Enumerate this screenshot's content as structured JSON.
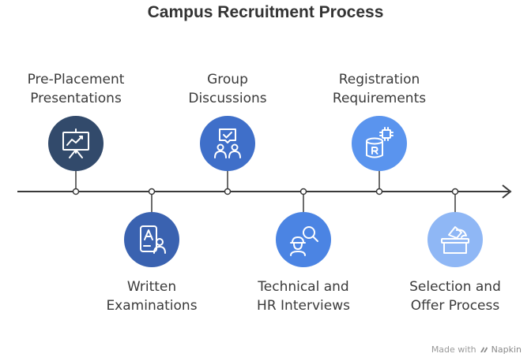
{
  "title": "Campus Recruitment Process",
  "steps": [
    {
      "label_lines": [
        "Pre-Placement",
        "Presentations"
      ],
      "icon": "presentation-board-icon",
      "color": "#324a6b"
    },
    {
      "label_lines": [
        "Written",
        "Examinations"
      ],
      "icon": "exam-document-user-icon",
      "color": "#3a62b0"
    },
    {
      "label_lines": [
        "Group",
        "Discussions"
      ],
      "icon": "group-discussion-icon",
      "color": "#3f6fc9"
    },
    {
      "label_lines": [
        "Technical and",
        "HR Interviews"
      ],
      "icon": "interview-search-icon",
      "color": "#4b84e3"
    },
    {
      "label_lines": [
        "Registration",
        "Requirements"
      ],
      "icon": "registration-database-icon",
      "color": "#5a94ee"
    },
    {
      "label_lines": [
        "Selection and",
        "Offer Process"
      ],
      "icon": "selection-offer-box-icon",
      "color": "#8fb7f5"
    }
  ],
  "footer": {
    "made_with": "Made with",
    "brand": "Napkin"
  }
}
